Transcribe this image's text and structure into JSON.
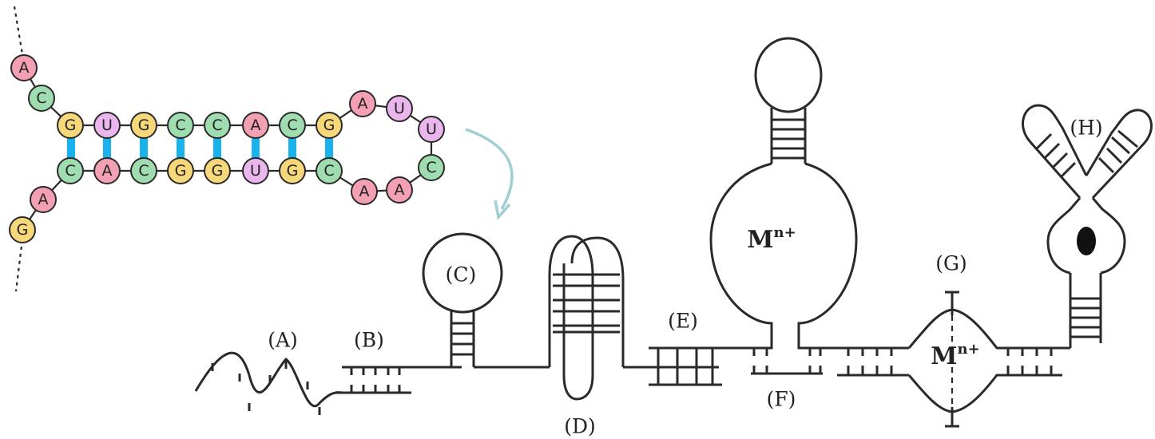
{
  "hairpin": {
    "top_strand": [
      "A",
      "C",
      "G",
      "U",
      "G",
      "C",
      "C",
      "A",
      "C",
      "G",
      "A",
      "U"
    ],
    "loop": [
      "U",
      "C"
    ],
    "bottom_strand": [
      "A",
      "A",
      "C",
      "G",
      "U",
      "G",
      "G",
      "C",
      "A",
      "C",
      "A",
      "G"
    ]
  },
  "colors": {
    "A": "#f4a0b4",
    "C": "#9fdcb0",
    "G": "#f6d77a",
    "U": "#e9b6ee",
    "base_pair": "#1ab2ec",
    "arrow": "#9fcfd3",
    "line": "#2a2a2a"
  },
  "labels": {
    "A": "(A)",
    "B": "(B)",
    "C": "(C)",
    "D": "(D)",
    "E": "(E)",
    "F": "(F)",
    "G": "(G)",
    "H": "(H)"
  },
  "metal_ion": {
    "base": "M",
    "charge": "n+"
  }
}
